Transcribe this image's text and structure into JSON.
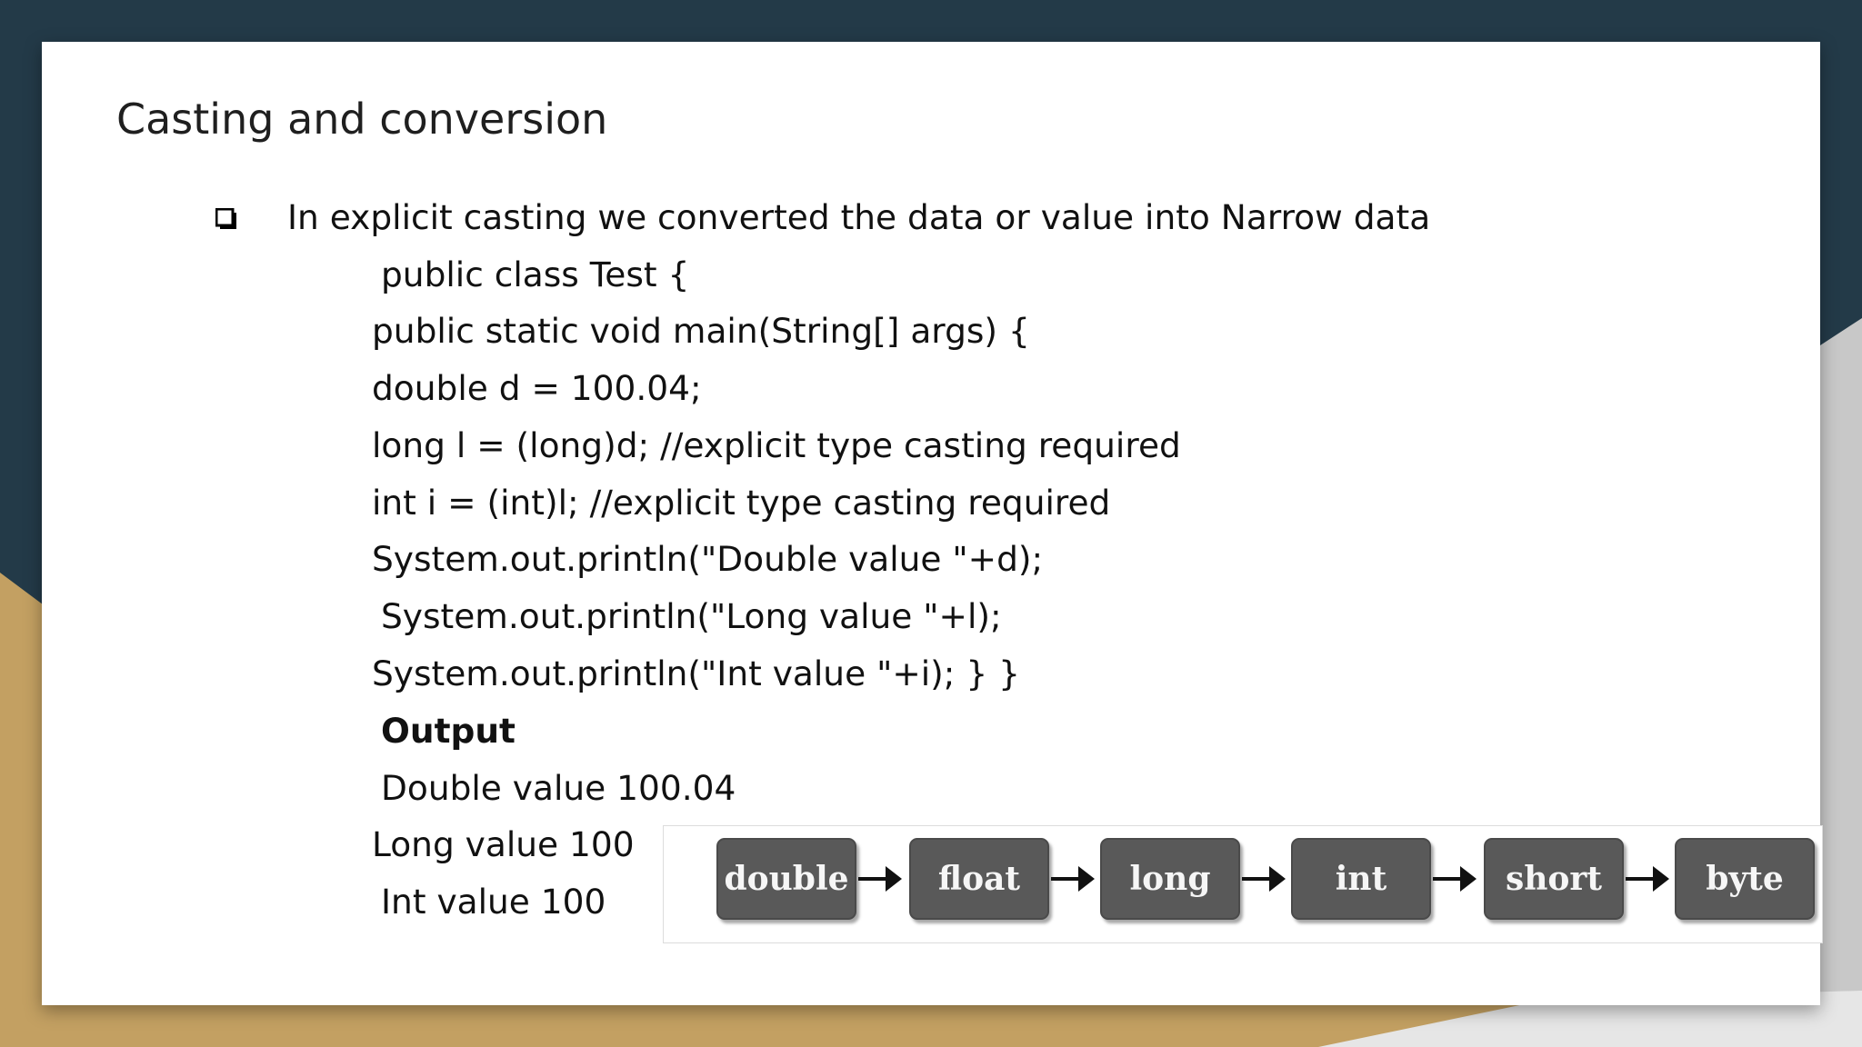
{
  "slide": {
    "title": "Casting and conversion",
    "bullet": "In explicit casting we converted the data or value into Narrow data",
    "code_lines": [
      "public class Test {",
      "public static void main(String[] args) {",
      "double d = 100.04;",
      "long l = (long)d; //explicit type casting required",
      "int i = (int)l; //explicit type casting required",
      "System.out.println(\"Double value \"+d);",
      "System.out.println(\"Long value \"+l);",
      "System.out.println(\"Int value \"+i); } }"
    ],
    "output_heading": "Output",
    "output_lines": [
      "Double value 100.04",
      "Long value 100",
      "Int value 100"
    ]
  },
  "diagram": {
    "nodes": [
      "double",
      "float",
      "long",
      "int",
      "short",
      "byte"
    ]
  },
  "colors": {
    "background_dark": "#233a48",
    "background_gold": "#c3a062",
    "node_fill": "#595959",
    "node_text": "#f6f6f6"
  },
  "icons": {
    "bullet": "hollow-square-checkbox"
  }
}
